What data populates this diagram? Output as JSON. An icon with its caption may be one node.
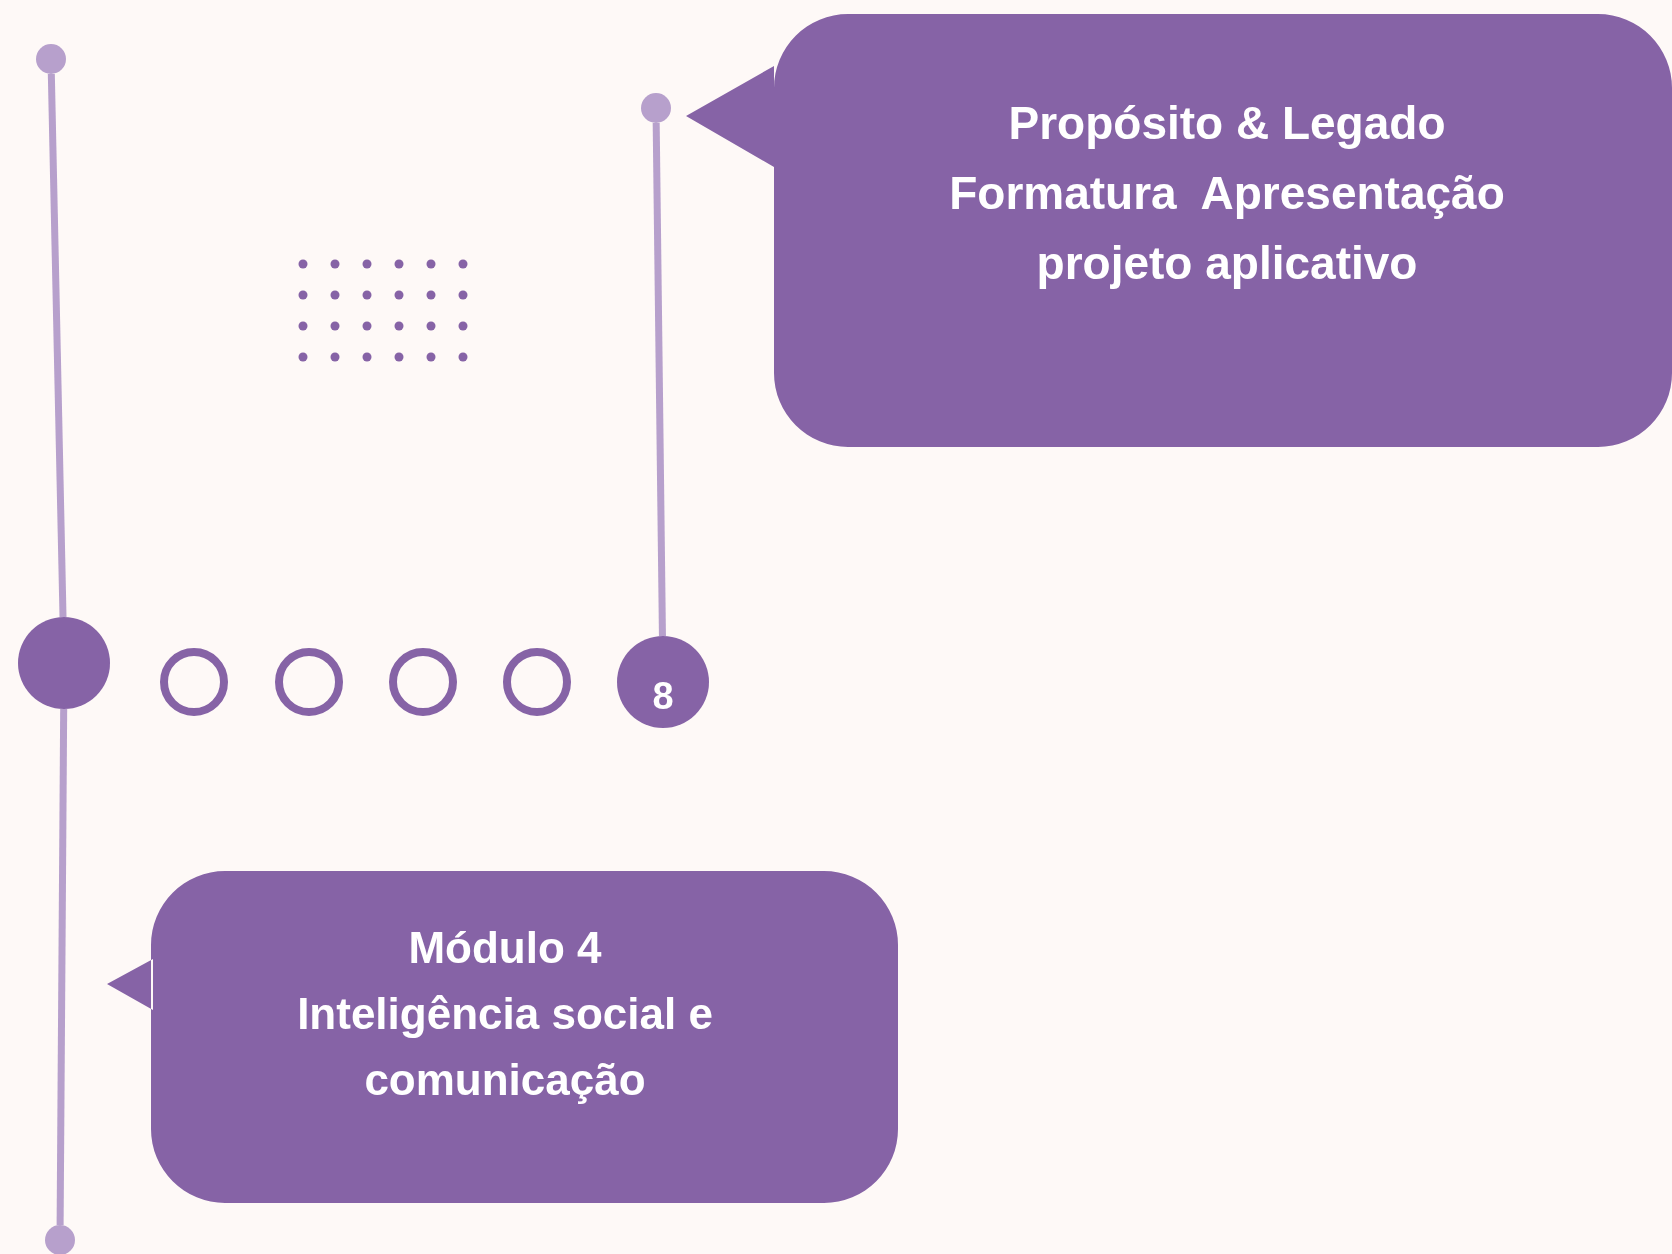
{
  "diagram": {
    "nodes": [
      {
        "text": [
          "Propósito & Legado Formatura  Apresentação projeto aplicativo"
        ]
      },
      {
        "text": [],
        "shape": "circle"
      },
      {
        "text": [],
        "shape": "circle"
      },
      {
        "text": [],
        "shape": "circle"
      },
      {
        "text": [],
        "shape": "circle"
      },
      {
        "text": [],
        "shape": "circle"
      },
      {
        "text": [],
        "shape": "circle"
      },
      {
        "text": [],
        "shape": "circle"
      },
      {
        "text": [
          "8"
        ]
      },
      {
        "text": [
          "Módulo 4",
          "Inteligência social e comunicação"
        ]
      },
      {
        "text": [],
        "shape": "circle"
      }
    ],
    "edges": [
      {
        "from": 1,
        "to": 3,
        "arrow": "none"
      },
      {
        "from": 3,
        "to": 10,
        "arrow": "none"
      },
      {
        "from": 2,
        "to": 8,
        "arrow": "none"
      }
    ]
  }
}
